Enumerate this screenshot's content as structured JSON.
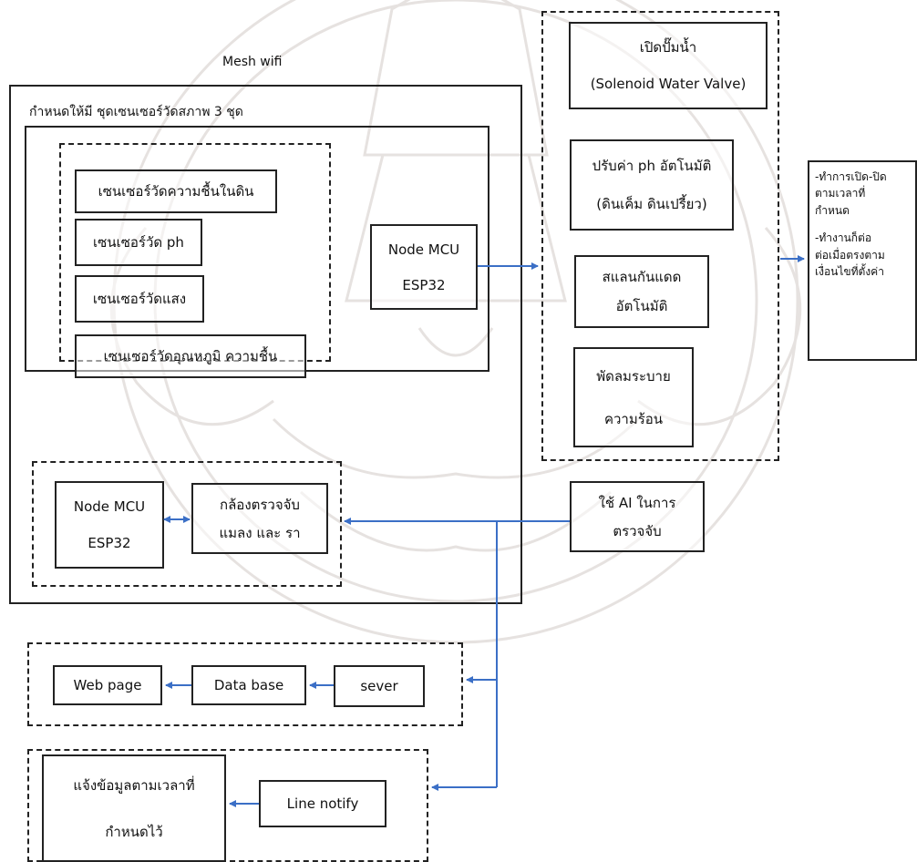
{
  "mesh_label": "Mesh wifi",
  "sensor_group_label": "กำหนดให้มี ชุดเซนเซอร์วัดสภาพ 3 ชุด",
  "sensors": [
    "เซนเซอร์วัดความชื้นในดิน",
    "เซนเซอร์วัด ph",
    "เซนเซอร์วัดแสง",
    "เซนเซอร์วัดอุณหภูมิ ความชื้น"
  ],
  "node_main": {
    "line1": "Node MCU",
    "line2": "ESP32"
  },
  "node_camera": {
    "line1": "Node MCU",
    "line2": "ESP32"
  },
  "camera": {
    "line1": "กล้องตรวจจับ",
    "line2": "แมลง และ รา"
  },
  "actuators": {
    "water_valve": {
      "line1": "เปิดปั๊มน้ำ",
      "line2": "(Solenoid Water Valve)"
    },
    "ph_adjust": {
      "line1": "ปรับค่า ph อัตโนมัติ",
      "line2": "(ดินเค็ม ดินเปรี้ยว)"
    },
    "shade": {
      "line1": "สแลนกันแดด",
      "line2": "อัตโนมัติ"
    },
    "fan": {
      "line1": "พัดลมระบาย",
      "line2": "ความร้อน"
    }
  },
  "notes": {
    "line1": "-ทำการเปิด-ปิด",
    "line2": "ตามเวลาที่",
    "line3": "กำหนด",
    "line4": "-ทำงานก็ต่อ",
    "line5": "ต่อเมื่อตรงตาม",
    "line6": "เงื่อนไขที่ตั้งค่า"
  },
  "ai": {
    "line1": "ใช้ AI ในการ",
    "line2": "ตรวจจับ"
  },
  "web_page": "Web page",
  "database": "Data base",
  "server": "sever",
  "notify_message": {
    "line1": "แจ้งข้อมูลตามเวลาที่",
    "line2": "กำหนดไว้"
  },
  "line_notify": "Line notify",
  "colors": {
    "line": "#222222",
    "arrow": "#3b6fc6",
    "watermark": "#cfc6c2"
  }
}
